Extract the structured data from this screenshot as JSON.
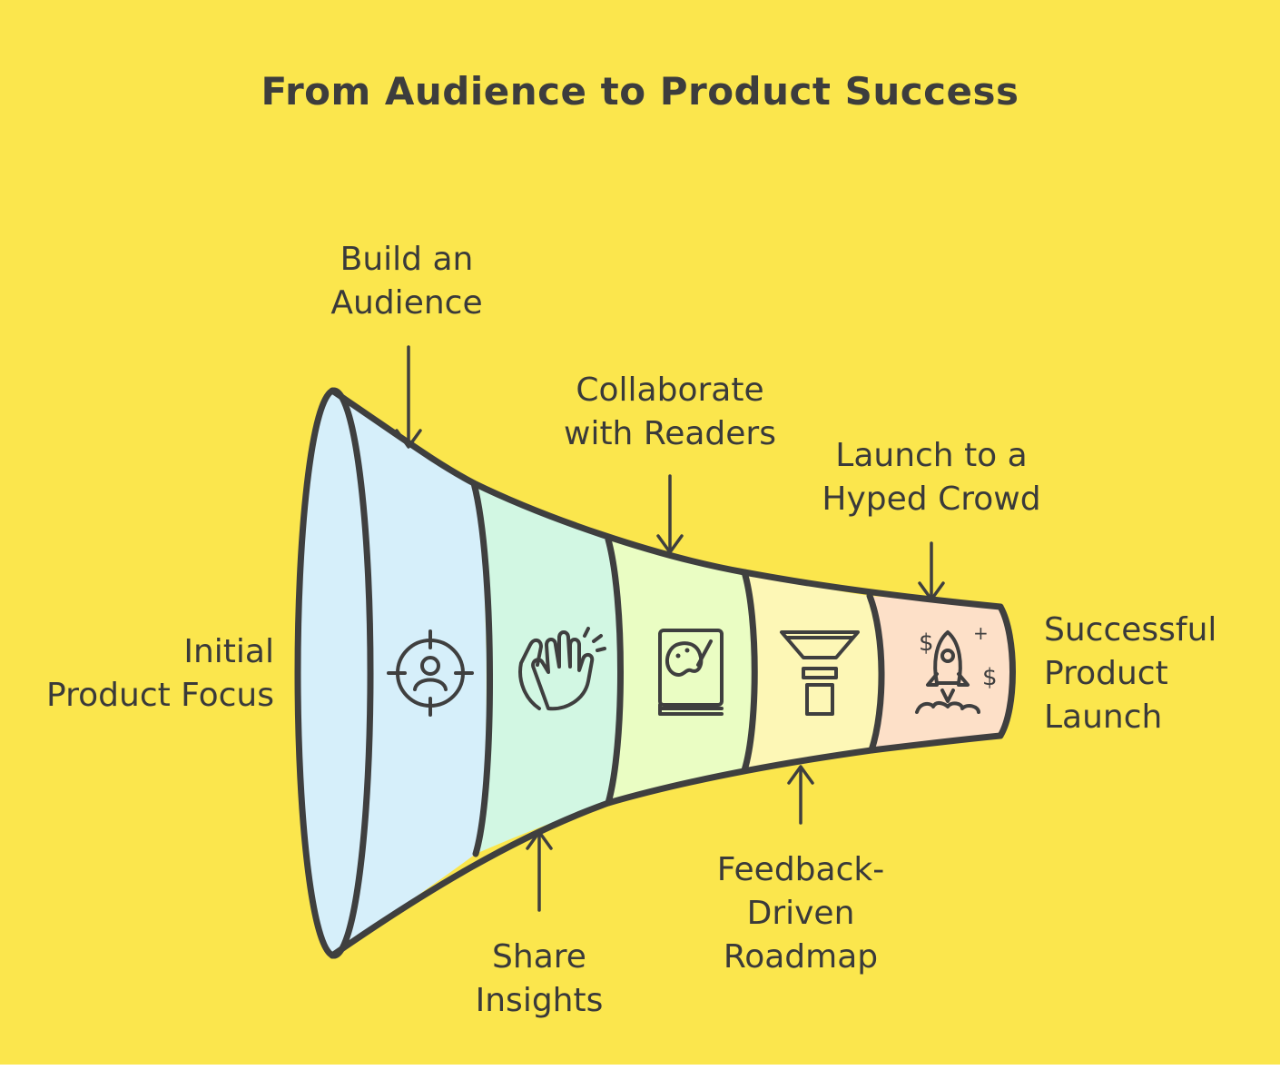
{
  "title": "From Audience to Product Success",
  "colors": {
    "background": "#fbe64d",
    "outline": "#3f3f3f",
    "stage_fills": [
      "#d6effa",
      "#d2f7e3",
      "#eafdc3",
      "#fdf7b6",
      "#fde0c8"
    ]
  },
  "labels": {
    "initial_focus": "Initial\nProduct Focus",
    "build_audience": "Build an\nAudience",
    "share_insights": "Share\nInsights",
    "collaborate": "Collaborate\nwith Readers",
    "feedback_roadmap": "Feedback-\nDriven\nRoadmap",
    "launch_crowd": "Launch to a\nHyped Crowd",
    "successful_launch": "Successful\nProduct\nLaunch"
  },
  "stages": [
    {
      "icon": "target-person-icon"
    },
    {
      "icon": "clapping-hands-icon"
    },
    {
      "icon": "art-book-icon"
    },
    {
      "icon": "funnel-icon"
    },
    {
      "icon": "rocket-money-icon"
    }
  ]
}
